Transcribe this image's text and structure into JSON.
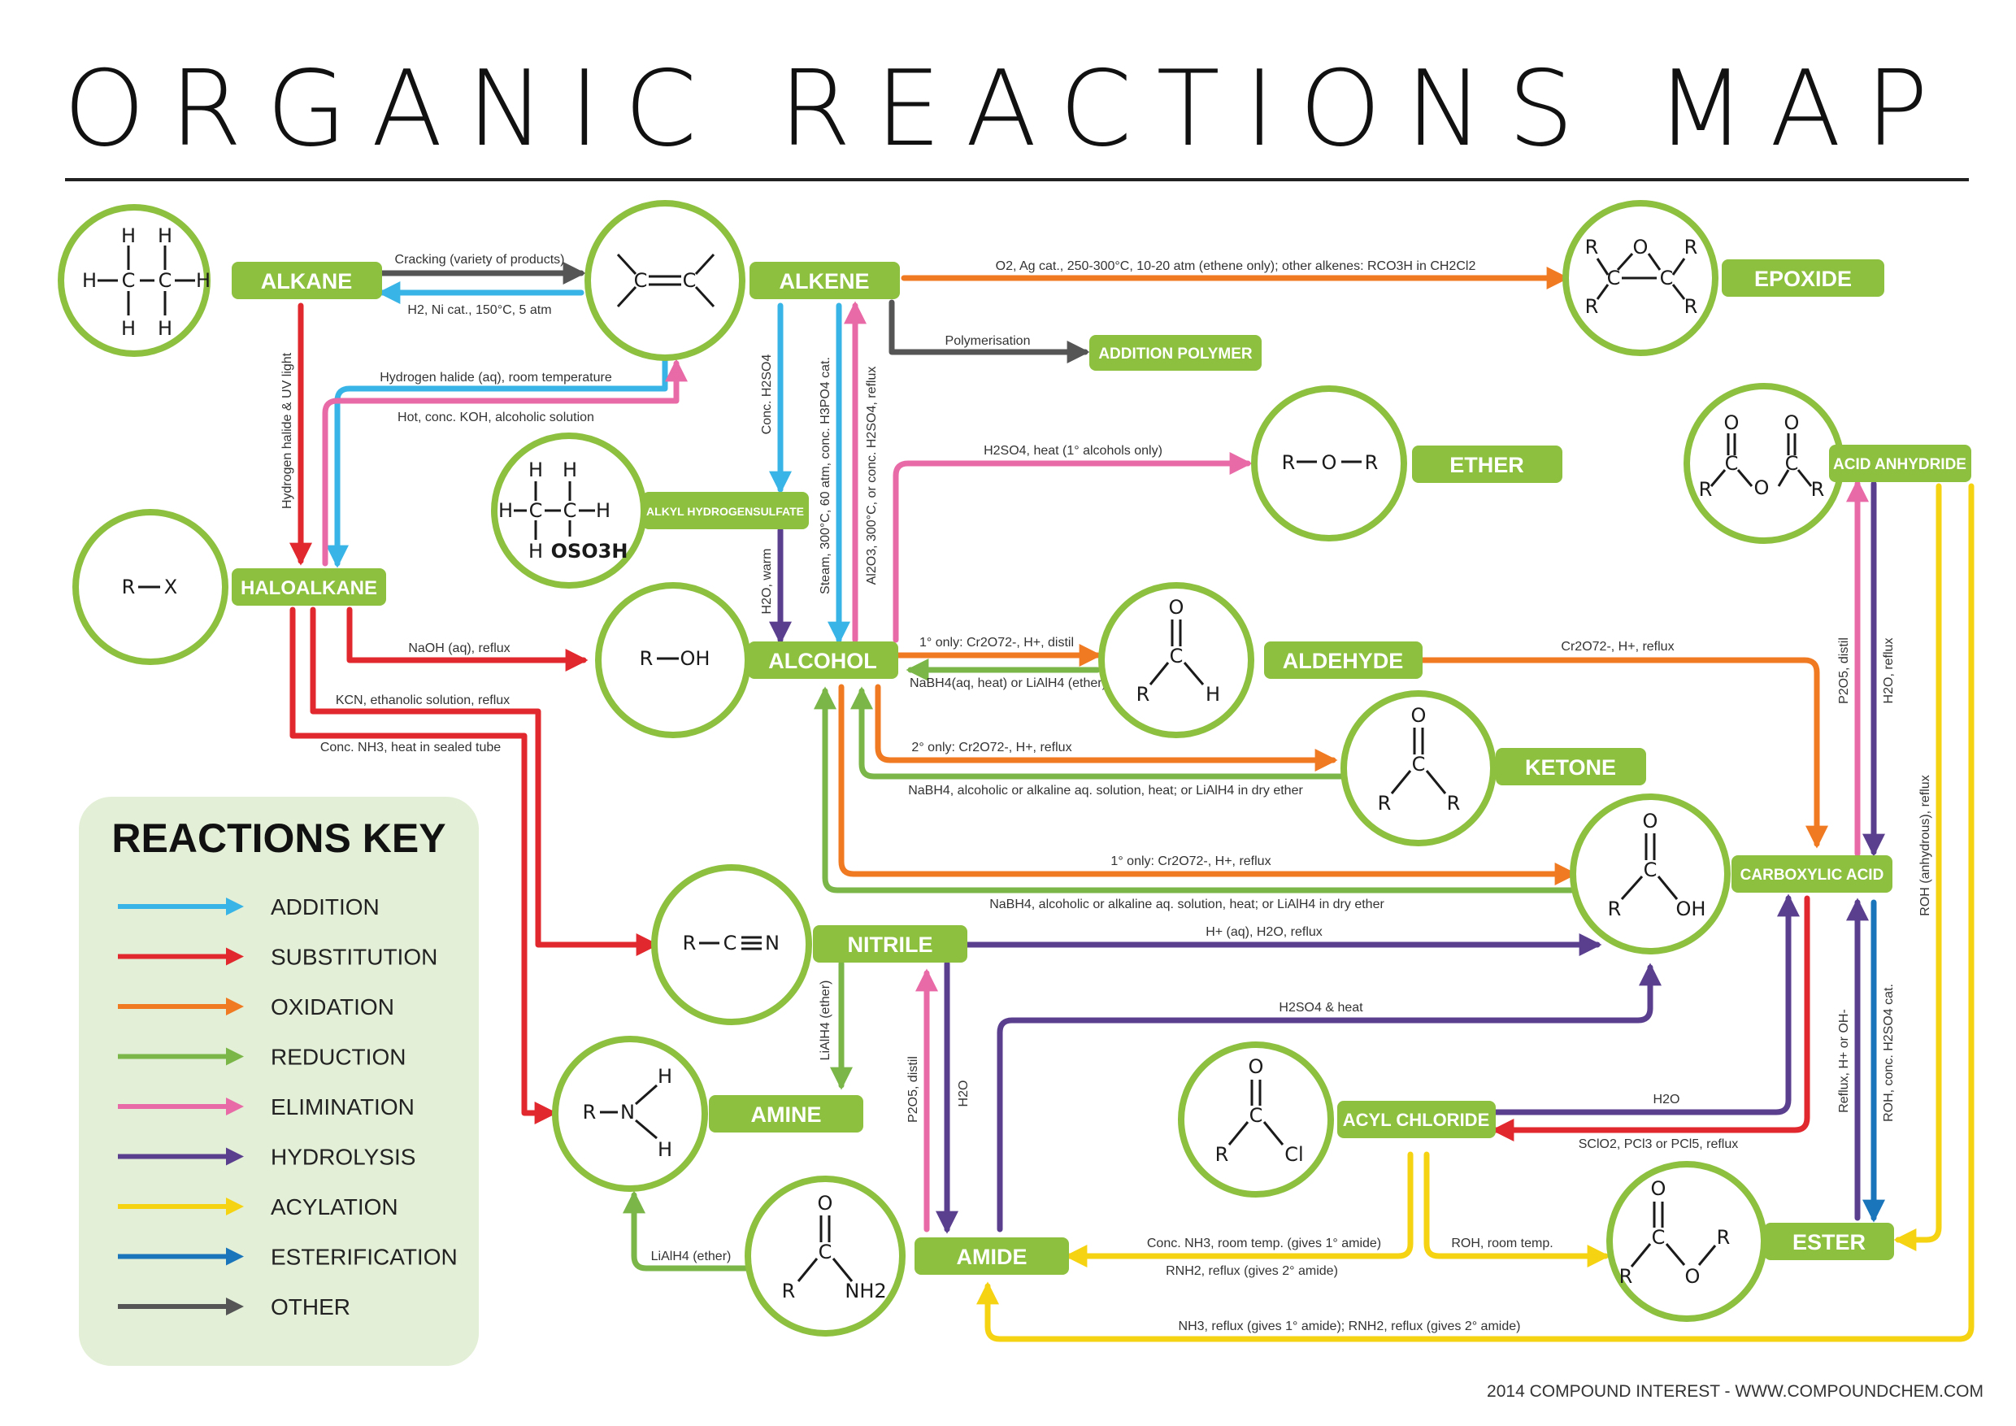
{
  "title": "ORGANIC REACTIONS MAP",
  "footer": "2014 COMPOUND INTEREST - WWW.COMPOUNDCHEM.COM",
  "colors": {
    "green": "#8dc03e",
    "addition": "#39b4e6",
    "substitution": "#e0282e",
    "oxidation": "#f07a22",
    "reduction": "#7ab648",
    "elimination": "#e86aa6",
    "hydrolysis": "#5b3f8f",
    "acylation": "#f6d312",
    "esterification": "#1b75bb",
    "other": "#555555",
    "key_bg": "#e3efd6"
  },
  "compounds": {
    "alkane": "ALKANE",
    "alkene": "ALKENE",
    "epoxide": "EPOXIDE",
    "addition_polymer": "ADDITION POLYMER",
    "ether": "ETHER",
    "acid_anhydride": "ACID ANHYDRIDE",
    "alkyl_hydrogensulfate": "ALKYL HYDROGENSULFATE",
    "haloalkane": "HALOALKANE",
    "alcohol": "ALCOHOL",
    "aldehyde": "ALDEHYDE",
    "ketone": "KETONE",
    "carboxylic_acid": "CARBOXYLIC ACID",
    "nitrile": "NITRILE",
    "amine": "AMINE",
    "acyl_chloride": "ACYL CHLORIDE",
    "ester": "ESTER",
    "amide": "AMIDE"
  },
  "structures": {
    "rx": [
      "R",
      "X"
    ],
    "roh": [
      "R",
      "OH"
    ],
    "ror": [
      "R",
      "O",
      "R"
    ],
    "rcn": [
      "R",
      "C",
      "N"
    ],
    "amine": [
      "R",
      "N",
      "H",
      "H"
    ],
    "h": "H",
    "c": "C",
    "o": "O",
    "r": "R",
    "cl": "Cl",
    "oso3h": "OSO3H",
    "nh2": "NH2"
  },
  "conditions": {
    "cracking": "Cracking (variety of products)",
    "hydrogenation": "H2, Ni cat., 150°C, 5 atm",
    "epoxidation": "O2, Ag cat., 250-300°C, 10-20 atm (ethene only); other alkenes: RCO3H in CH2Cl2",
    "polymerisation": "Polymerisation",
    "hydrogen_halide_uv": "Hydrogen halide & UV light",
    "hydrogen_halide_rt": "Hydrogen halide (aq), room temperature",
    "hot_koh": "Hot, conc. KOH, alcoholic solution",
    "conc_h2so4": "Conc. H2SO4",
    "steam": "Steam, 300°C, 60 atm, conc. H3PO4 cat.",
    "dehydration": "Al2O3, 300°C, or conc. H2SO4, reflux",
    "ether_formation": "H2SO4, heat (1° alcohols only)",
    "h2o_warm": "H2O, warm",
    "naoh": "NaOH (aq), reflux",
    "kcn": "KCN, ethanolic solution, reflux",
    "nh3": "Conc. NH3, heat in sealed tube",
    "ox_aldehyde": "1° only: Cr2O72-, H+, distil",
    "red_aldehyde": "NaBH4(aq, heat) or LiAlH4 (ether)",
    "ox_aldehyde_acid": "Cr2O72-, H+, reflux",
    "ox_ketone": "2° only: Cr2O72-, H+, reflux",
    "red_ketone": "NaBH4, alcoholic or alkaline aq. solution, heat; or LiAlH4 in dry ether",
    "ox_acid": "1° only: Cr2O72-, H+, reflux",
    "red_acid": "NaBH4, alcoholic or alkaline aq. solution, heat; or LiAlH4 in dry ether",
    "nitrile_hydrolysis": "H+ (aq), H2O, reflux",
    "lialh4_ether": "LiAlH4 (ether)",
    "amide_hydrolysis": "H2SO4 & heat",
    "p2o5": "P2O5, distil",
    "h2o": "H2O",
    "acyl_hydrolysis": "H2O",
    "acyl_formation": "SClO2, PCl3 or PCl5, reflux",
    "acyl_to_amide_1": "Conc. NH3, room temp. (gives 1° amide)",
    "acyl_to_amide_2": "RNH2, reflux (gives 2° amide)",
    "acyl_to_ester": "ROH, room temp.",
    "amide_reduction": "LiAlH4 (ether)",
    "anhydride_to_amide": "NH3, reflux (gives 1° amide); RNH2, reflux (gives 2° amide)",
    "anhydride_formation": "P2O5, distil",
    "anhydride_hydrolysis": "H2O, reflux",
    "anhydride_to_ester": "ROH (anhydrous), reflux",
    "ester_hydrolysis": "Reflux, H+ or OH-",
    "esterification": "ROH, conc. H2SO4 cat."
  },
  "key": {
    "title": "REACTIONS KEY",
    "items": [
      {
        "label": "ADDITION",
        "color": "#39b4e6"
      },
      {
        "label": "SUBSTITUTION",
        "color": "#e0282e"
      },
      {
        "label": "OXIDATION",
        "color": "#f07a22"
      },
      {
        "label": "REDUCTION",
        "color": "#7ab648"
      },
      {
        "label": "ELIMINATION",
        "color": "#e86aa6"
      },
      {
        "label": "HYDROLYSIS",
        "color": "#5b3f8f"
      },
      {
        "label": "ACYLATION",
        "color": "#f6d312"
      },
      {
        "label": "ESTERIFICATION",
        "color": "#1b75bb"
      },
      {
        "label": "OTHER",
        "color": "#555555"
      }
    ]
  }
}
